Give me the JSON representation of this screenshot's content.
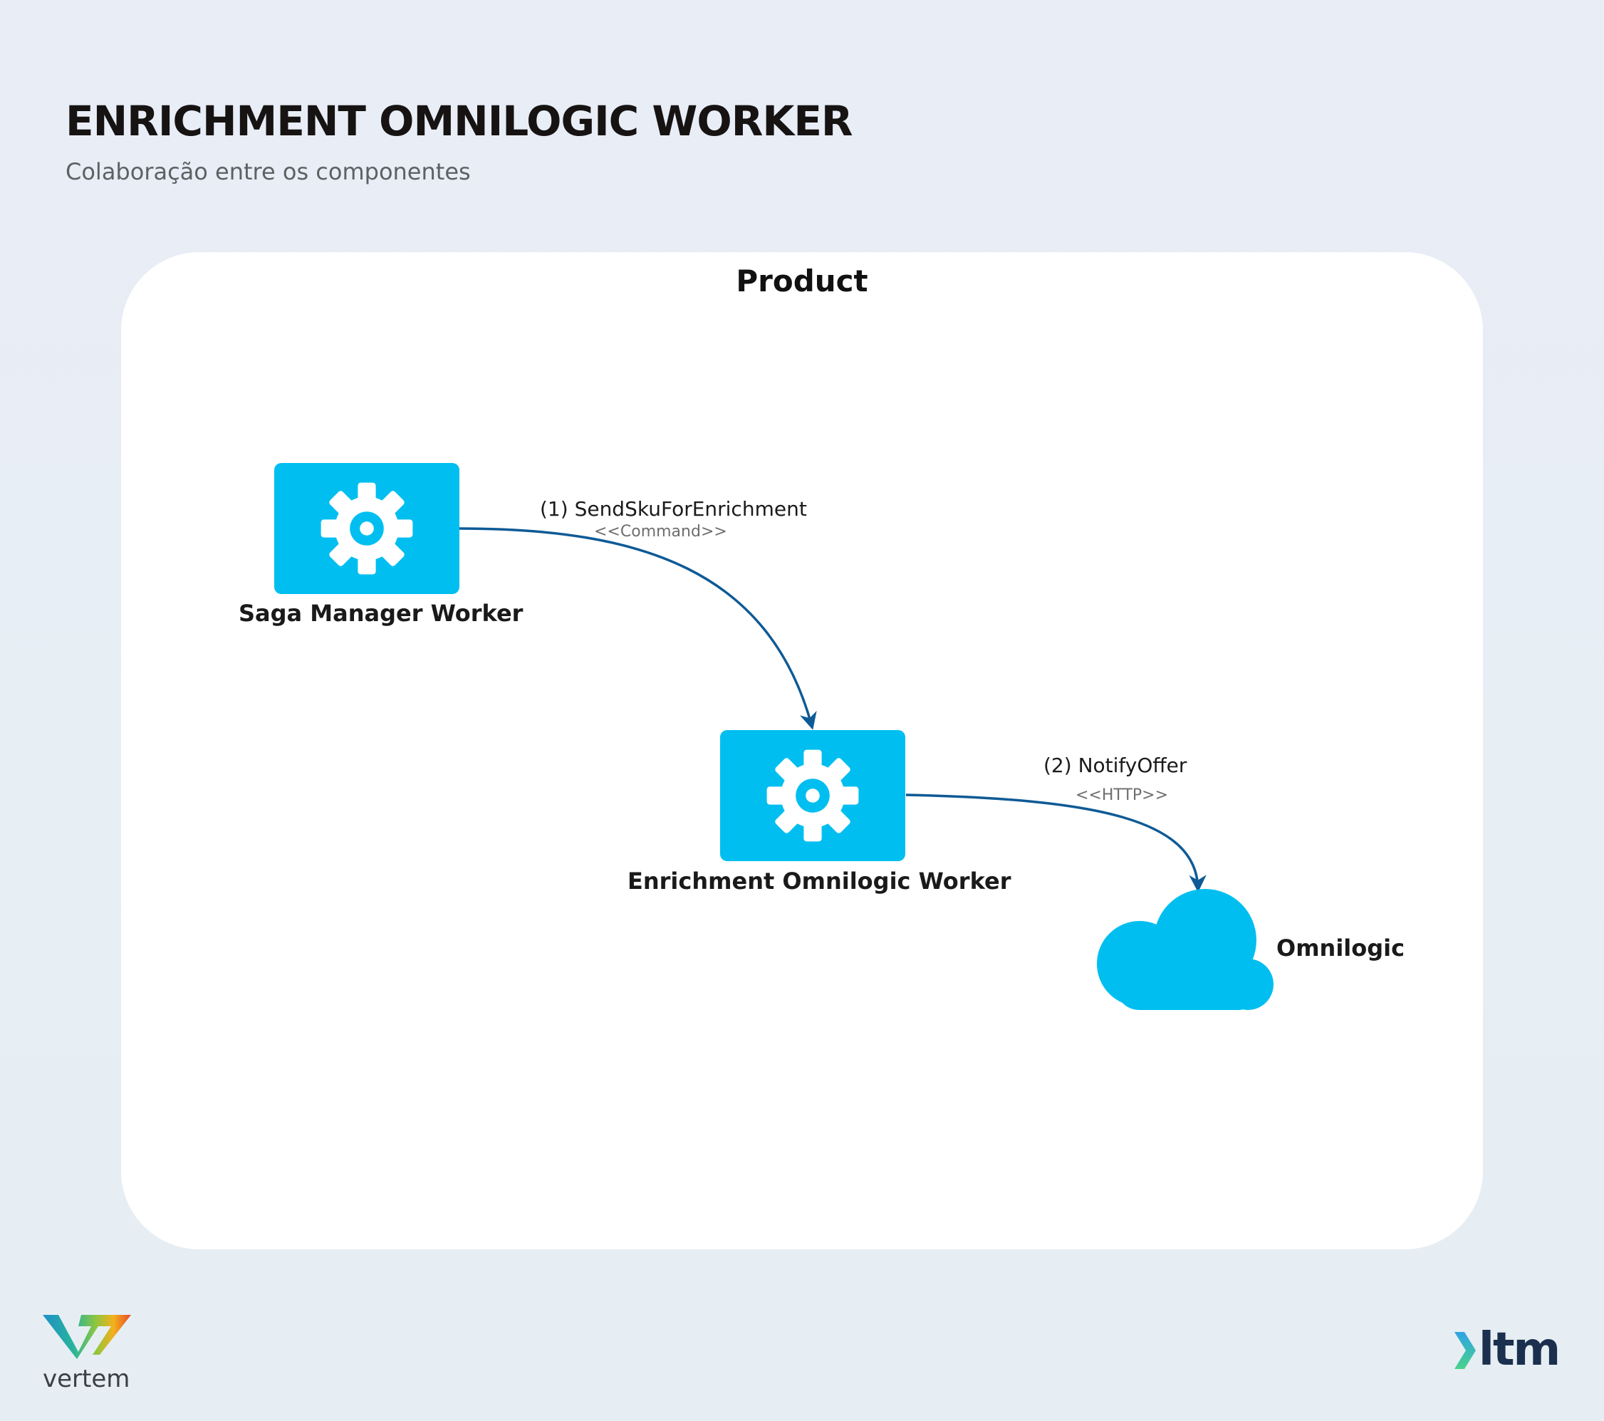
{
  "header": {
    "title": "ENRICHMENT OMNILOGIC WORKER",
    "subtitle": "Colaboração entre os componentes"
  },
  "boundary": {
    "label": "Product"
  },
  "nodes": [
    {
      "id": "saga",
      "label": "Saga Manager Worker",
      "icon": "gear-icon"
    },
    {
      "id": "enrichment",
      "label": "Enrichment Omnilogic Worker",
      "icon": "gear-icon"
    },
    {
      "id": "omnilogic",
      "label": "Omnilogic",
      "icon": "cloud-icon"
    }
  ],
  "edges": [
    {
      "from": "saga",
      "to": "enrichment",
      "label": "(1) SendSkuForEnrichment",
      "stereotype": "<<Command>>"
    },
    {
      "from": "enrichment",
      "to": "omnilogic",
      "label": "(2) NotifyOffer",
      "stereotype": "<<HTTP>>"
    }
  ],
  "colors": {
    "node_fill": "#00bff0",
    "edge": "#0e5a96",
    "panel": "#ffffff",
    "background": "#e8edf6"
  },
  "footer": {
    "left_logo": {
      "text": "vertem",
      "icon": "vertem-logo"
    },
    "right_logo": {
      "text": "ltm",
      "icon": "ltm-chevron-icon"
    }
  }
}
